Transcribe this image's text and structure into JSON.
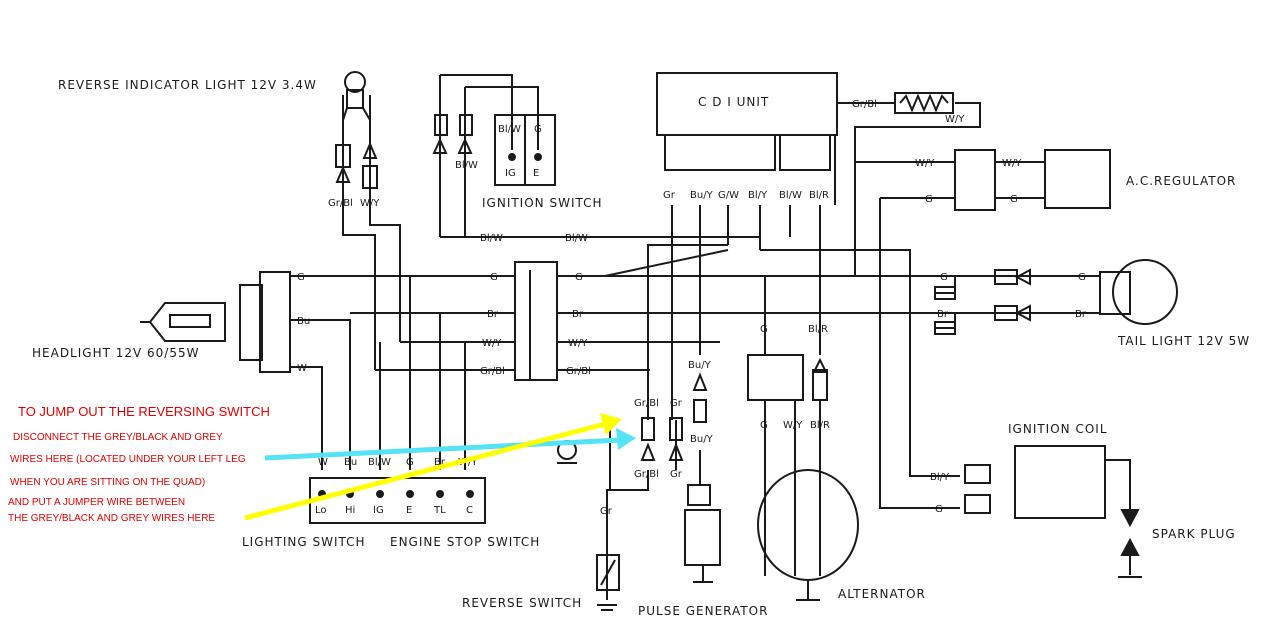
{
  "components": {
    "reverse_indicator": "REVERSE INDICATOR LIGHT 12V 3.4W",
    "cdi_unit": "C D I UNIT",
    "ignition_switch": "IGNITION SWITCH",
    "ac_regulator": "A.C.REGULATOR",
    "headlight": "HEADLIGHT 12V 60/55W",
    "tail_light": "TAIL LIGHT 12V 5W",
    "ignition_coil": "IGNITION COIL",
    "spark_plug": "SPARK PLUG",
    "lighting_switch": "LIGHTING SWITCH",
    "engine_stop_switch": "ENGINE STOP SWITCH",
    "reverse_switch": "REVERSE SWITCH",
    "pulse_generator": "PULSE GENERATOR",
    "alternator": "ALTERNATOR"
  },
  "notes": {
    "line1": "TO JUMP OUT THE REVERSING SWITCH",
    "line2": "DISCONNECT THE GREY/BLACK AND GREY",
    "line3": "WIRES HERE (LOCATED UNDER YOUR LEFT LEG",
    "line4": "WHEN YOU ARE SITTING ON THE QUAD)",
    "line5": "AND PUT A JUMPER WIRE BETWEEN",
    "line6": "THE GREY/BLACK AND GREY WIRES HERE"
  },
  "wire_labels": {
    "cdi_pins": [
      "Gr",
      "Bu/Y",
      "G/W",
      "Bl/Y",
      "Bl/W",
      "Bl/R"
    ],
    "ign_switch_wires": [
      "Bl/W",
      "G"
    ],
    "ign_switch_terms": [
      "IG",
      "E"
    ],
    "indicator_wires": [
      "Gr/Bl",
      "W/Y"
    ],
    "ign_side_wire": "Bl/W",
    "headlight_wires": [
      "G",
      "Bu",
      "W"
    ],
    "harness_left": [
      "G",
      "Br",
      "W/Y",
      "Gr/Bl"
    ],
    "harness_right": [
      "G",
      "Br",
      "W/Y",
      "Gr/Bl"
    ],
    "bl_w_mid": [
      "Bl/W",
      "Bl/W"
    ],
    "resistor_wires": [
      "Gr/Bl",
      "W/Y"
    ],
    "regulator_wires": [
      "W/Y",
      "W/Y",
      "G",
      "G"
    ],
    "tail_wires": [
      "G",
      "G",
      "Br",
      "Br"
    ],
    "switch_wires": [
      "W",
      "Bu",
      "Bl/W",
      "G",
      "Br",
      "W/Y"
    ],
    "switch_terms": [
      "Lo",
      "Hi",
      "IG",
      "E",
      "TL",
      "C"
    ],
    "reverse_wires": [
      "Gr/Bl",
      "Gr",
      "Gr/Bl",
      "Gr",
      "Gr"
    ],
    "pulse_wires": [
      "Bu/Y",
      "Bu/Y"
    ],
    "alt_wires": [
      "G",
      "Bl/R",
      "G",
      "W/Y",
      "Bl/R"
    ],
    "coil_wires": [
      "Bl/Y",
      "G"
    ]
  },
  "colors": {
    "line": "#1a1a1a",
    "note_red": "#e00000",
    "arrow_yellow": "#ffff00",
    "arrow_cyan": "#55e3f5"
  }
}
